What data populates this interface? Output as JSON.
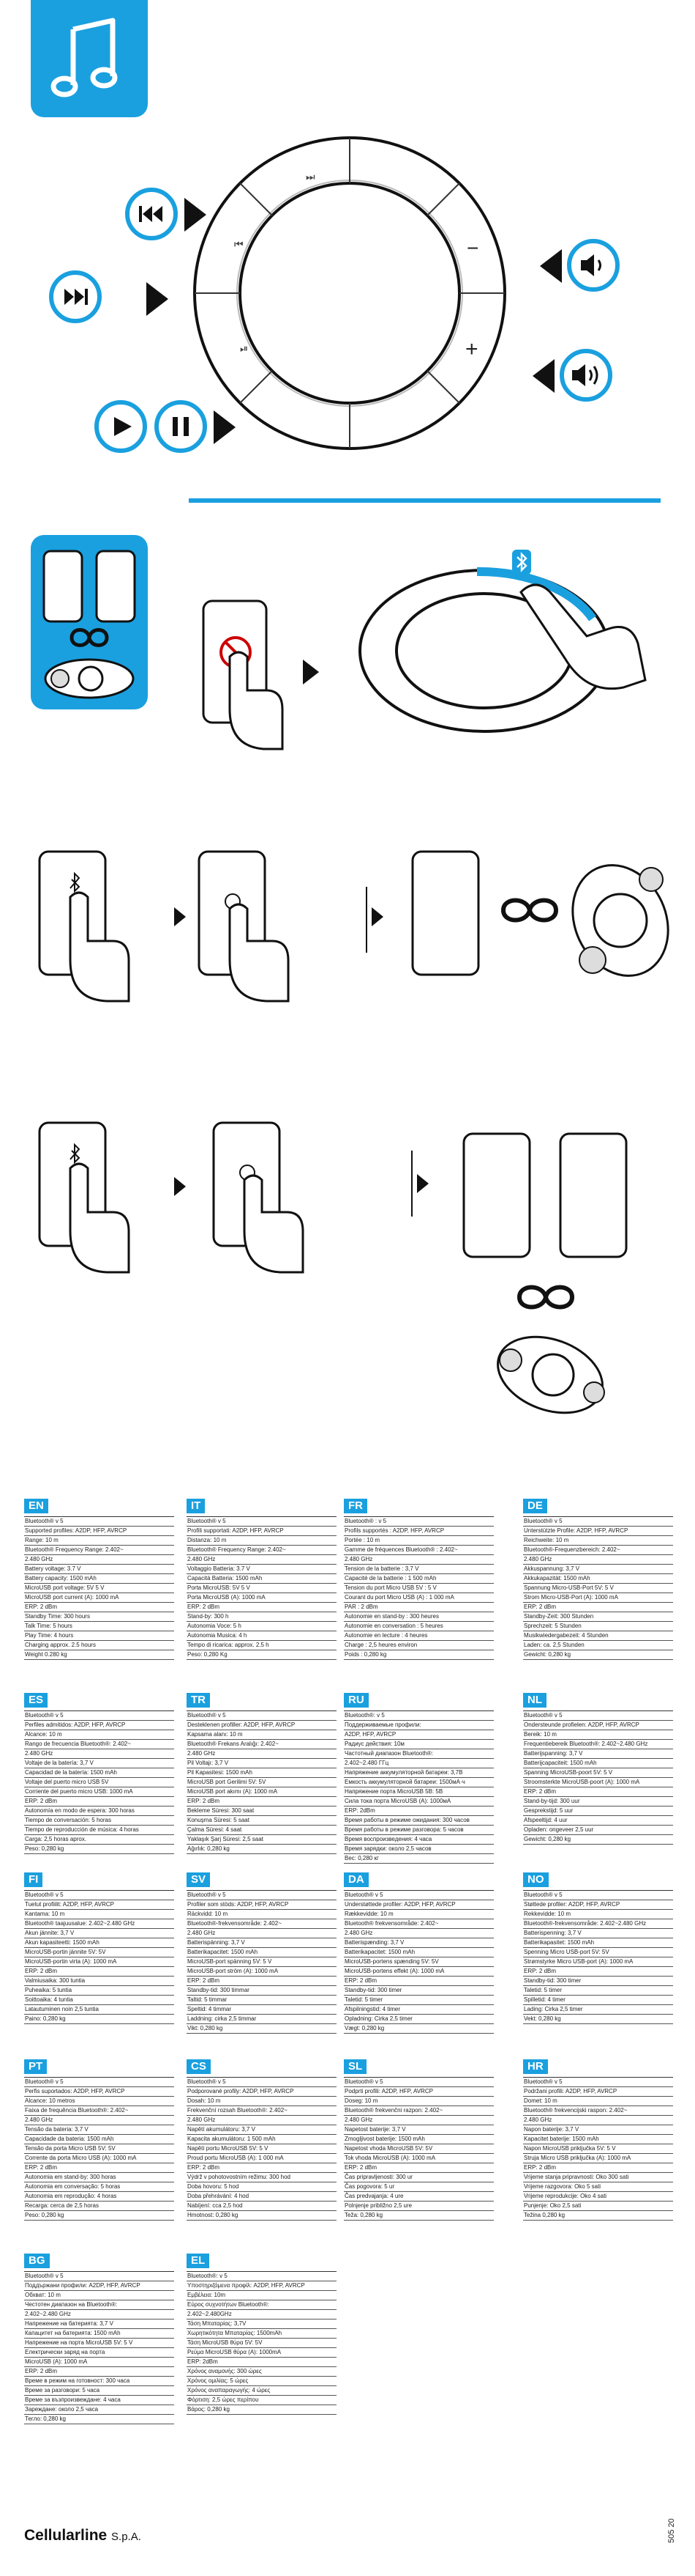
{
  "colors": {
    "accent": "#1aa0df",
    "ink": "#111111"
  },
  "panel1": {
    "icons": [
      "music-note-icon",
      "previous-track-icon",
      "next-track-icon",
      "play-icon",
      "pause-icon",
      "volume-down-icon",
      "volume-up-icon"
    ],
    "ring_symbols": [
      "minus",
      "plus"
    ]
  },
  "panel2": {
    "icons": [
      "bluetooth-icon",
      "infinity-icon"
    ]
  },
  "langs": [
    {
      "code": "EN",
      "rows": [
        "Bluetooth® v 5",
        "Supported profiles: A2DP, HFP, AVRCP",
        "Range: 10 m",
        "Bluetooth® Frequency Range: 2.402~",
        "2.480 GHz",
        "Battery voltage: 3.7 V",
        "Battery capacity: 1500 mAh",
        "MicroUSB port voltage: 5V 5 V",
        "MicroUSB port current (A): 1000 mA",
        "ERP: 2 dBm",
        "Standby Time: 300 hours",
        "Talk Time: 5 hours",
        "Play Time: 4 hours",
        "Charging approx. 2.5 hours",
        "Weight 0.280 kg"
      ]
    },
    {
      "code": "IT",
      "rows": [
        "Bluetooth® v 5",
        "Profili supportati: A2DP, HFP, AVRCP",
        "Distanza: 10 m",
        "Bluetooth® Frequency Range: 2.402~",
        "2.480 GHz",
        "Voltaggio Batteria: 3.7 V",
        "Capacità Batteria: 1500 mAh",
        "Porta MicroUSB: 5V 5 V",
        "Porta MicroUSB (A): 1000 mA",
        "ERP: 2 dBm",
        "Stand-by: 300 h",
        "Autonomia Voce: 5 h",
        "Autonomia Musica: 4 h",
        "Tempo di ricarica: approx. 2.5 h",
        "Peso: 0,280 Kg"
      ]
    },
    {
      "code": "FR",
      "rows": [
        "Bluetooth® : v 5",
        "Profils supportés : A2DP, HFP, AVRCP",
        "Portée : 10 m",
        "Gamme de fréquences Bluetooth® : 2.402~",
        "2.480 GHz",
        "Tension de la batterie : 3,7 V",
        "Capacité de la batterie : 1 500 mAh",
        "Tension du port Micro USB 5V : 5 V",
        "Courant du port Micro USB (A) : 1 000 mA",
        "PAR : 2 dBm",
        "Autonomie en stand-by : 300 heures",
        "Autonomie en conversation : 5 heures",
        "Autonomie en lecture : 4 heures",
        "Charge : 2,5 heures environ",
        "Poids : 0,280 kg"
      ]
    },
    {
      "code": "DE",
      "rows": [
        "Bluetooth® v 5",
        "Unterstützte Profile: A2DP, HFP, AVRCP",
        "Reichweite: 10 m",
        "Bluetooth®-Frequenzbereich: 2.402~",
        "2.480 GHz",
        "Akkuspannung: 3,7 V",
        "Akkukapazität: 1500 mAh",
        "Spannung Micro-USB-Port 5V: 5 V",
        "Strom Micro-USB-Port (A): 1000 mA",
        "ERP: 2 dBm",
        "Standby-Zeit: 300 Stunden",
        "Sprechzeit: 5 Stunden",
        "Musikwiedergabezeit: 4 Stunden",
        "Laden: ca. 2,5 Stunden",
        "Gewicht: 0,280 kg"
      ]
    },
    {
      "code": "ES",
      "rows": [
        "Bluetooth® v 5",
        "Perfiles admitidos: A2DP, HFP, AVRCP",
        "Alcance: 10 m",
        "Rango de frecuencia Bluetooth®: 2.402~",
        "2.480 GHz",
        "Voltaje de la batería: 3,7 V",
        "Capacidad de la batería: 1500 mAh",
        "Voltaje del puerto micro USB 5V",
        "Corriente del puerto micro USB: 1000 mA",
        "ERP: 2 dBm",
        "Autonomía en modo de espera: 300 horas",
        "Tiempo de conversación: 5 horas",
        "Tiempo de reproducción de música: 4 horas",
        "Carga: 2,5 horas aprox.",
        "Peso: 0,280 kg"
      ]
    },
    {
      "code": "TR",
      "rows": [
        "Bluetooth® v 5",
        "Desteklenen profiller: A2DP, HFP, AVRCP",
        "Kapsama alanı: 10 m",
        "Bluetooth® Frekans Aralığı: 2.402~",
        "2.480 GHz",
        "Pil Voltajı: 3,7 V",
        "Pil Kapasitesi: 1500 mAh",
        "MicroUSB port Gerilimi 5V: 5V",
        "MicroUSB port akımı (A): 1000 mA",
        "ERP: 2 dBm",
        "Bekleme Süresi: 300 saat",
        "Konuşma Süresi: 5 saat",
        "Çalma Süresi: 4 saat",
        "Yaklaşık Şarj Süresi: 2,5 saat",
        "Ağırlık: 0,280 kg"
      ]
    },
    {
      "code": "RU",
      "rows": [
        "Bluetooth®: v 5",
        "Поддерживаемые профили:",
        "A2DP, HFP, AVRCP",
        "Радиус действия: 10м",
        "Частотный диапазон Bluetooth®:",
        "2.402~2.480 ГГц",
        "Напряжение аккумуляторной батареи: 3,7В",
        "Емкость аккумуляторной батареи: 1500мА·ч",
        "Напряжение порта MicroUSB 5В: 5В",
        "Сила тока порта MicroUSB (А): 1000мА",
        "ERP: 2dBm",
        "Время работы в режиме ожидания: 300 часов",
        "Время работы в режиме разговора: 5 часов",
        "Время воспроизведения: 4 часа",
        "Время зарядки: около 2,5 часов",
        "Вес: 0,280 кг"
      ]
    },
    {
      "code": "NL",
      "rows": [
        "Bluetooth® v 5",
        "Ondersteunde profielen: A2DP, HFP, AVRCP",
        "Bereik: 10 m",
        "Frequentiebereik Bluetooth®: 2.402~2.480 GHz",
        "Batterijspanning: 3,7 V",
        "Batterijcapaciteit: 1500 mAh",
        "Spanning MicroUSB-poort 5V: 5 V",
        "Stroomsterkte MicroUSB-poort (A): 1000 mA",
        "ERP: 2 dBm",
        "Stand-by-tijd: 300 uur",
        "Gesprekstijd: 5 uur",
        "Afspeeltijd: 4 uur",
        "Opladen: ongeveer 2,5 uur",
        "Gewicht: 0,280 kg"
      ]
    },
    {
      "code": "FI",
      "rows": [
        "Bluetooth® v 5",
        "Tuetut profiilit: A2DP, HFP, AVRCP",
        "Kantama: 10 m",
        "Bluetooth® taajuusalue: 2.402~2.480 GHz",
        "Akun jännite: 3,7 V",
        "Akun kapasiteetti: 1500 mAh",
        "MicroUSB-portin jännite 5V: 5V",
        "MicroUSB-portin virta (A): 1000 mA",
        "ERP: 2 dBm",
        "Valmiusaika: 300 tuntia",
        "Puheaika: 5 tuntia",
        "Soittoaika: 4 tuntia",
        "Latautuminen noin 2,5 tuntia",
        "Paino: 0,280 kg"
      ]
    },
    {
      "code": "SV",
      "rows": [
        "Bluetooth® v 5",
        "Profiler som stöds: A2DP, HFP, AVRCP",
        "Räckvidd: 10 m",
        "Bluetooth®-frekvensområde: 2.402~",
        "2.480 GHz",
        "Batterispänning: 3,7 V",
        "Batterikapacitet: 1500 mAh",
        "MicroUSB-port spänning 5V: 5 V",
        "MicroUSB-port ström (A): 1000 mA",
        "ERP: 2 dBm",
        "Standby-tid: 300 timmar",
        "Taltid: 5 timmar",
        "Speltid: 4 timmar",
        "Laddning: cirka 2,5 timmar",
        "Vikt: 0,280 kg"
      ]
    },
    {
      "code": "DA",
      "rows": [
        "Bluetooth® v 5",
        "Understøttede profiler: A2DP, HFP, AVRCP",
        "Rækkevidde: 10 m",
        "Bluetooth® frekvensområde: 2.402~",
        "2.480 GHz",
        "Batterispænding: 3,7 V",
        "Batterikapacitet: 1500 mAh",
        "MicroUSB-portens spænding 5V: 5V",
        "MicroUSB-portens effekt (A): 1000 mA",
        "ERP: 2 dBm",
        "Standby-tid: 300 timer",
        "Taletid: 5 timer",
        "Afspilningstid: 4 timer",
        "Opladning: Cirka 2,5 timer",
        "Vægt: 0,280 kg"
      ]
    },
    {
      "code": "NO",
      "rows": [
        "Bluetooth® v 5",
        "Støttede profiler: A2DP, HFP, AVRCP",
        "Rekkevidde: 10 m",
        "Bluetooth®-frekvensområde: 2.402~2.480 GHz",
        "Batterispenning: 3,7 V",
        "Batterikapasitet: 1500 mAh",
        "Spenning Micro USB-port 5V: 5V",
        "Strømstyrke Micro USB-port (A): 1000 mA",
        "ERP: 2 dBm",
        "Standby-tid: 300 timer",
        "Taletid: 5 timer",
        "Spilletid: 4 timer",
        "Lading: Cirka 2,5 timer",
        "Vekt: 0,280 kg"
      ]
    },
    {
      "code": "PT",
      "rows": [
        "Bluetooth® v 5",
        "Perfis suportados: A2DP, HFP, AVRCP",
        "Alcance: 10 metros",
        "Faixa de frequência Bluetooth®: 2.402~",
        "2.480 GHz",
        "Tensão da bateria: 3,7 V",
        "Capacidade da bateria: 1500 mAh",
        "Tensão da porta Micro USB 5V: 5V",
        "Corrente da porta Micro USB (A): 1000 mA",
        "ERP: 2 dBm",
        "Autonomia em stand-by: 300 horas",
        "Autonomia em conversação: 5 horas",
        "Autonomia em reprodução: 4 horas",
        "Recarga: cerca de 2,5 horas",
        "Peso: 0,280 kg"
      ]
    },
    {
      "code": "CS",
      "rows": [
        "Bluetooth® v 5",
        "Podporované profily: A2DP, HFP, AVRCP",
        "Dosah: 10 m",
        "Frekvenční rozsah Bluetooth®: 2.402~",
        "2.480 GHz",
        "Napětí akumulátoru: 3,7 V",
        "Kapacita akumulátoru: 1 500 mAh",
        "Napětí portu MicroUSB 5V: 5 V",
        "Proud portu MicroUSB (A): 1 000 mA",
        "ERP: 2 dBm",
        "Výdrž v pohotovostním režimu: 300 hod",
        "Doba hovoru: 5 hod",
        "Doba přehrávání: 4 hod",
        "Nabíjení: cca 2,5 hod",
        "Hmotnost: 0,280 kg"
      ]
    },
    {
      "code": "SL",
      "rows": [
        "Bluetooth® v 5",
        "Podprti profili: A2DP, HFP, AVRCP",
        "Doseg: 10 m",
        "Bluetooth® frekvenčni razpon: 2.402~",
        "2.480 GHz",
        "Napetost baterije: 3,7 V",
        "Zmogljivost baterije: 1500 mAh",
        "Napetost vhoda MicroUSB 5V: 5V",
        "Tok vhoda MicroUSB (A): 1000 mA",
        "ERP: 2 dBm",
        "Čas pripravljenosti: 300 ur",
        "Čas pogovora: 5 ur",
        "Čas predvajanja: 4 ure",
        "Polnjenje približno 2,5 ure",
        "Teža: 0,280 kg"
      ]
    },
    {
      "code": "HR",
      "rows": [
        "Bluetooth® v 5",
        "Podržani profili: A2DP, HFP, AVRCP",
        "Domet: 10 m",
        "Bluetooth® frekvencijski raspon: 2.402~",
        "2.480 GHz",
        "Napon baterije: 3,7 V",
        "Kapacitet baterije: 1500 mAh",
        "Napon MicroUSB priključka 5V: 5 V",
        "Struja Micro USB priključka (A): 1000 mA",
        "ERP: 2 dBm",
        "Vrijeme stanja pripravnosti: Oko 300 sati",
        "Vrijeme razgovora: Oko 5 sati",
        "Vrijeme reprodukcije: Oko 4 sati",
        "Punjenje: Oko 2,5 sati",
        "Težina 0,280 kg"
      ]
    },
    {
      "code": "BG",
      "rows": [
        "Bluetooth® v 5",
        "Поддържани профили: A2DP, HFP, AVRCP",
        "Обхват: 10 m",
        "Честотен диапазон на Bluetooth®:",
        "2.402~2.480 GHz",
        "Напрежение на батерията: 3,7 V",
        "Капацитет на батерията: 1500 mAh",
        "Напрежение на порта MicroUSB 5V: 5 V",
        "Електрически заряд на порта",
        "MicroUSB (A): 1000 mA",
        "ERP: 2 dBm",
        "Време в режим на готовност: 300 часа",
        "Време за разговори: 5 часа",
        "Време за възпроизвеждане: 4 часа",
        "Зареждане: около 2,5 часа",
        "Тегло: 0,280 kg"
      ]
    },
    {
      "code": "EL",
      "rows": [
        "Bluetooth®: v 5",
        "Υποστηριζόμενα προφίλ: A2DP, HFP, AVRCP",
        "Εμβέλεια: 10m",
        "Εύρος συχνοτήτων Bluetooth®:",
        "2.402~2.480GHz",
        "Τάση Μπαταρίας: 3,7V",
        "Χωρητικότητα Μπαταρίας: 1500mAh",
        "Τάση MicroUSB θύρα 5V: 5V",
        "Ρεύμα MicroUSB θύρα (A): 1000mA",
        "ERP: 2dBm",
        "Χρόνος αναμονής: 300 ώρες",
        "Χρόνος ομιλίας: 5 ώρες",
        "Χρόνος αναπαραγωγής: 4 ώρες",
        "Φόρτιση: 2,5 ώρες περίπου",
        "Βάρος: 0,280 kg"
      ]
    }
  ],
  "footer": {
    "brand": "Cellularline",
    "brand_suffix": "S.p.A.",
    "code": "505 20"
  }
}
